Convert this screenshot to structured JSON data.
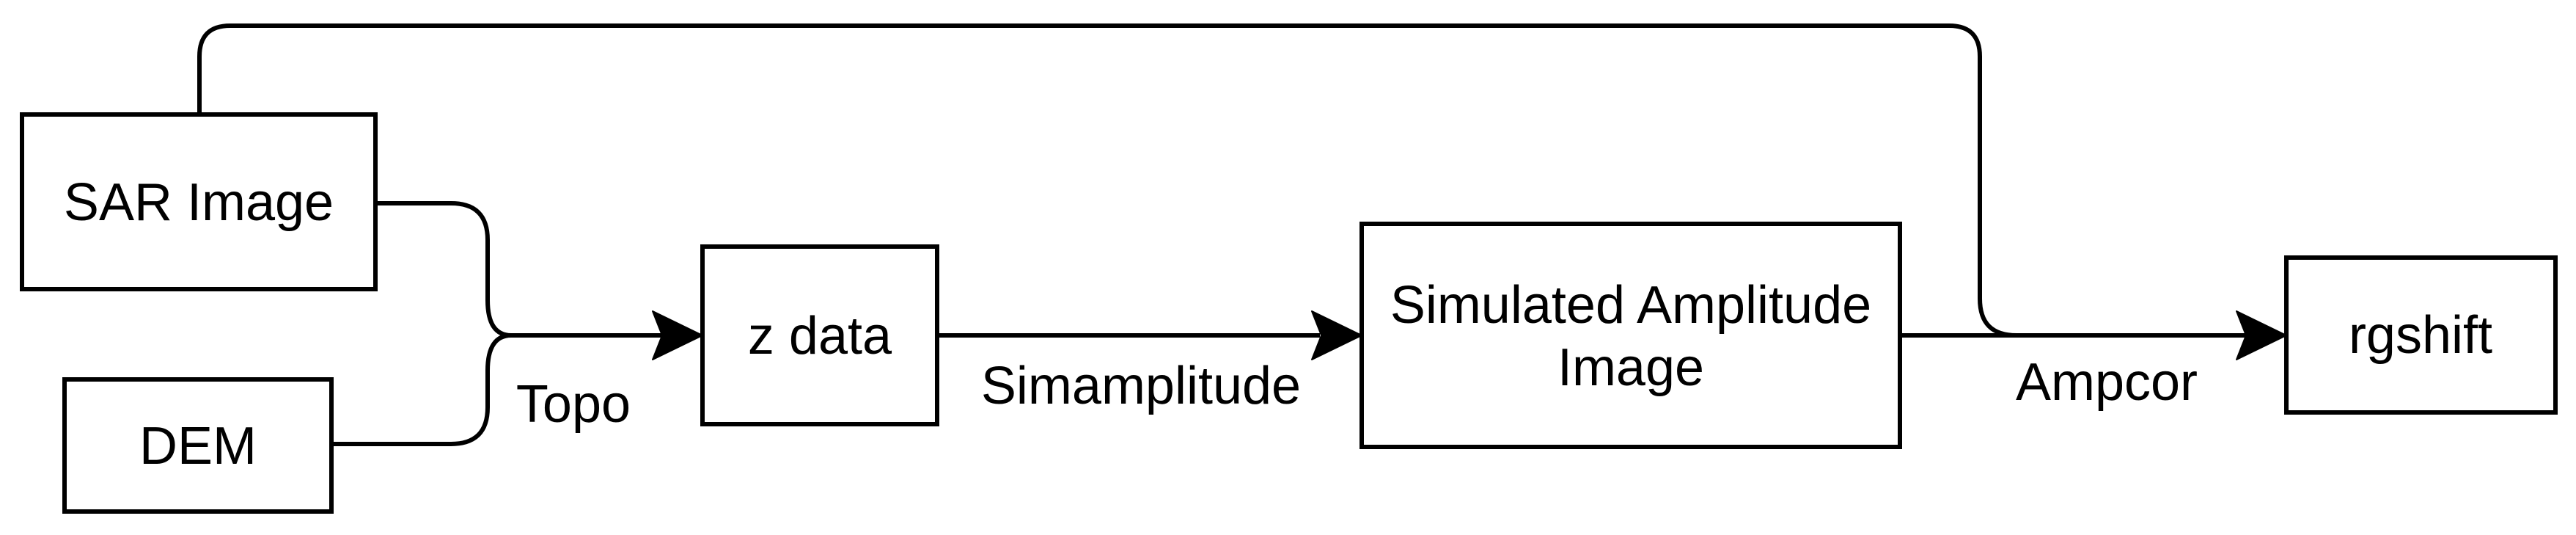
{
  "diagram": {
    "type": "flowchart",
    "background_color": "#ffffff",
    "stroke_color": "#000000",
    "text_color": "#000000",
    "nodes": [
      {
        "id": "sar-image",
        "label": "SAR Image"
      },
      {
        "id": "dem",
        "label": "DEM"
      },
      {
        "id": "z-data",
        "label": "z data"
      },
      {
        "id": "simulated-amplitude-image",
        "label": "Simulated Amplitude Image",
        "label_line1": "Simulated Amplitude",
        "label_line2": "Image"
      },
      {
        "id": "rgshift",
        "label": "rgshift"
      }
    ],
    "edges": [
      {
        "id": "topo",
        "from": "SAR Image + DEM",
        "to": "z data",
        "label": "Topo"
      },
      {
        "id": "simamplitude",
        "from": "z data",
        "to": "Simulated Amplitude Image",
        "label": "Simamplitude"
      },
      {
        "id": "ampcor",
        "from": "Simulated Amplitude Image + SAR Image",
        "to": "rgshift",
        "label": "Ampcor"
      }
    ]
  }
}
